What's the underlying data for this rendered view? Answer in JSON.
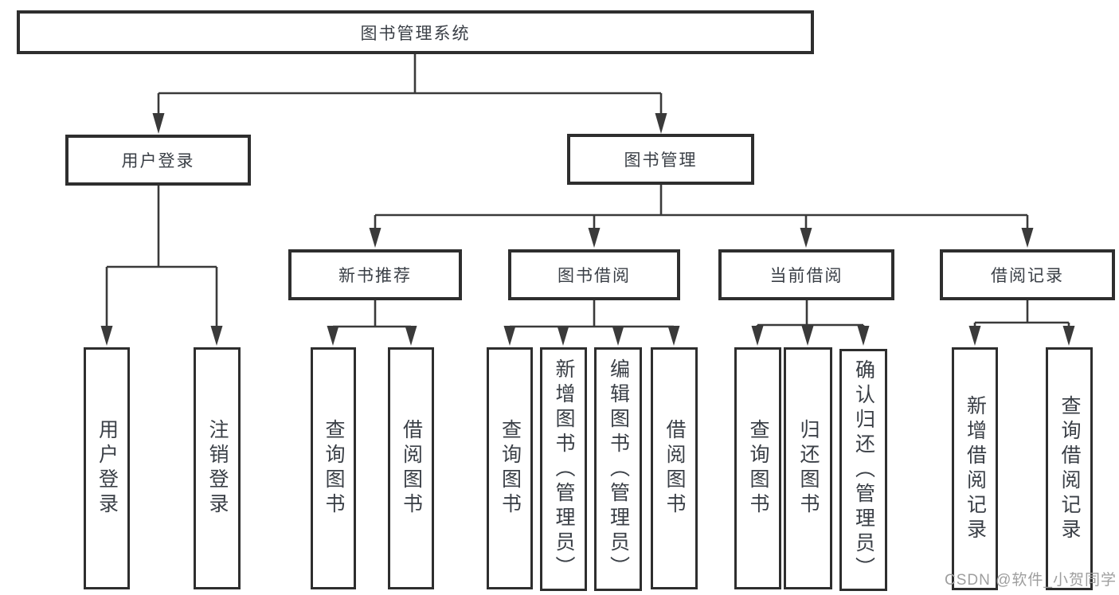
{
  "diagram_title": "图书管理系统",
  "colors": {
    "line": "#3a3a3a",
    "box_border": "#2e2e2e",
    "box_fill": "#ffffff",
    "text": "#3a3f46",
    "watermark": "#9e9e9e",
    "background": "#ffffff"
  },
  "nodes": {
    "root": {
      "label": "图书管理系统"
    },
    "user_login_group": {
      "label": "用户登录"
    },
    "book_mgmt": {
      "label": "图书管理"
    },
    "new_book_rec": {
      "label": "新书推荐"
    },
    "book_borrow": {
      "label": "图书借阅"
    },
    "current_borrow": {
      "label": "当前借阅"
    },
    "borrow_records": {
      "label": "借阅记录"
    },
    "user_login": {
      "label": "用户登录"
    },
    "logout": {
      "label": "注销登录"
    },
    "rec_query_books": {
      "label": "查询图书"
    },
    "rec_borrow_books": {
      "label": "借阅图书"
    },
    "bb_query_books": {
      "label": "查询图书"
    },
    "bb_add_books": {
      "label": "新增图书（管理员）"
    },
    "bb_edit_books": {
      "label": "编辑图书（管理员）"
    },
    "bb_borrow_books": {
      "label": "借阅图书"
    },
    "cb_query_books": {
      "label": "查询图书"
    },
    "cb_return_books": {
      "label": "归还图书"
    },
    "cb_confirm_return": {
      "label": "确认归还（管理员）"
    },
    "br_add_record": {
      "label": "新增借阅记录"
    },
    "br_query_record": {
      "label": "查询借阅记录"
    }
  },
  "edges": [
    [
      "图书管理系统",
      "用户登录"
    ],
    [
      "图书管理系统",
      "图书管理"
    ],
    [
      "用户登录",
      "用户登录"
    ],
    [
      "用户登录",
      "注销登录"
    ],
    [
      "图书管理",
      "新书推荐"
    ],
    [
      "图书管理",
      "图书借阅"
    ],
    [
      "图书管理",
      "当前借阅"
    ],
    [
      "图书管理",
      "借阅记录"
    ],
    [
      "新书推荐",
      "查询图书"
    ],
    [
      "新书推荐",
      "借阅图书"
    ],
    [
      "图书借阅",
      "查询图书"
    ],
    [
      "图书借阅",
      "新增图书（管理员）"
    ],
    [
      "图书借阅",
      "编辑图书（管理员）"
    ],
    [
      "图书借阅",
      "借阅图书"
    ],
    [
      "当前借阅",
      "查询图书"
    ],
    [
      "当前借阅",
      "归还图书"
    ],
    [
      "当前借阅",
      "确认归还（管理员）"
    ],
    [
      "借阅记录",
      "新增借阅记录"
    ],
    [
      "借阅记录",
      "查询借阅记录"
    ]
  ],
  "watermark": {
    "text": "CSDN @软件_小贺同学"
  }
}
